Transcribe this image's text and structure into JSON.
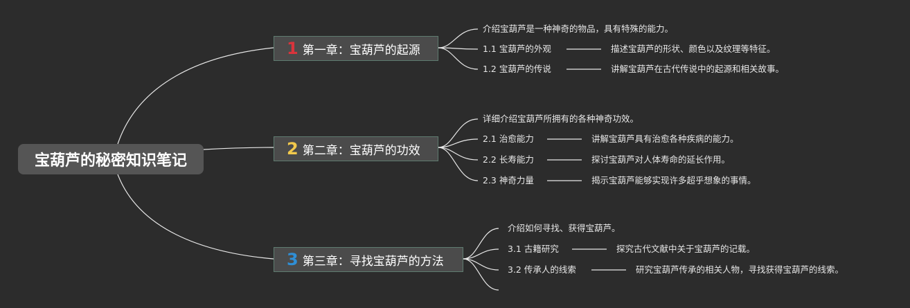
{
  "root": {
    "title": "宝葫芦的秘密知识笔记"
  },
  "colors": {
    "background": "#2c2c2c",
    "num1": "#d9343c",
    "num2": "#f2c94c",
    "num3": "#2f8fd6",
    "line": "#e8e8e8"
  },
  "chapters": [
    {
      "num": "1",
      "title": "第一章：宝葫芦的起源",
      "intro": "介绍宝葫芦是一种神奇的物品，具有特殊的能力。",
      "items": [
        {
          "label": "1.1 宝葫芦的外观",
          "desc": "描述宝葫芦的形状、颜色以及纹理等特征。"
        },
        {
          "label": "1.2 宝葫芦的传说",
          "desc": "讲解宝葫芦在古代传说中的起源和相关故事。"
        }
      ]
    },
    {
      "num": "2",
      "title": "第二章：宝葫芦的功效",
      "intro": "详细介绍宝葫芦所拥有的各种神奇功效。",
      "items": [
        {
          "label": "2.1 治愈能力",
          "desc": "讲解宝葫芦具有治愈各种疾病的能力。"
        },
        {
          "label": "2.2 长寿能力",
          "desc": "探讨宝葫芦对人体寿命的延长作用。"
        },
        {
          "label": "2.3 神奇力量",
          "desc": "揭示宝葫芦能够实现许多超乎想象的事情。"
        }
      ]
    },
    {
      "num": "3",
      "title": "第三章：寻找宝葫芦的方法",
      "intro": "介绍如何寻找、获得宝葫芦。",
      "items": [
        {
          "label": "3.1 古籍研究",
          "desc": "探究古代文献中关于宝葫芦的记载。"
        },
        {
          "label": "3.2 传承人的线索",
          "desc": "研究宝葫芦传承的相关人物，寻找获得宝葫芦的线索。"
        }
      ]
    }
  ]
}
